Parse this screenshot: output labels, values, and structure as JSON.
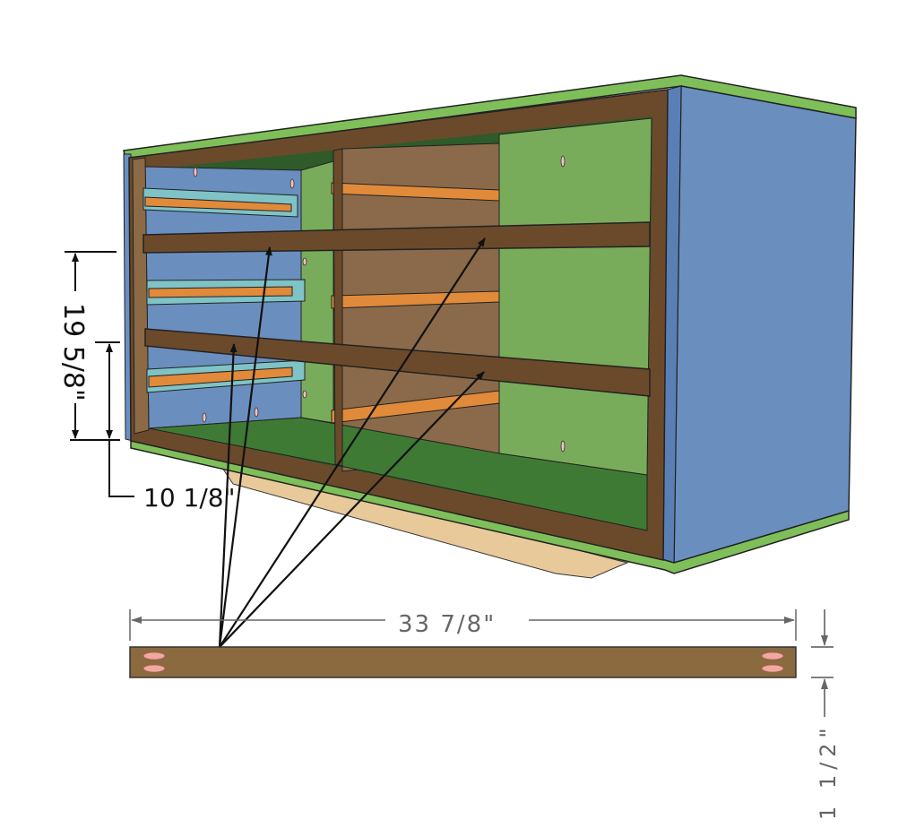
{
  "dimensions": {
    "height_total": "19 5/8\"",
    "height_lower": "10 1/8\"",
    "rail_length": "33 7/8\"",
    "rail_width": "1 1/2\""
  },
  "colors": {
    "side_panel": "#6a8fbf",
    "edge_banding": "#7fbf5a",
    "frame": "#6b4a2b",
    "back_green": "#78ac5a",
    "back_brown": "#8a6a4a",
    "slide": "#e08a3a",
    "slide_bracket": "#7fc3c6",
    "dowel": "#f0a8a0"
  }
}
